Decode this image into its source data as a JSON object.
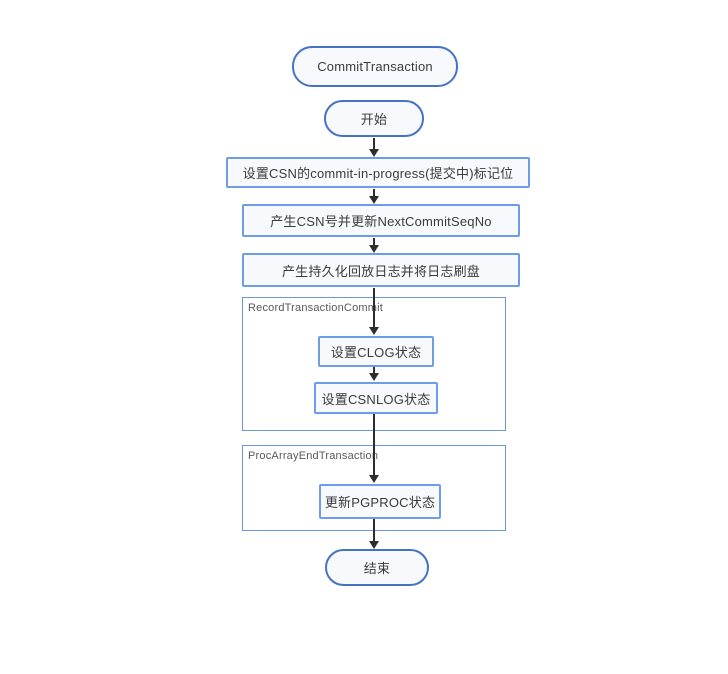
{
  "diagram": {
    "function_label": "CommitTransaction",
    "start_label": "开始",
    "end_label": "结束",
    "steps": [
      "设置CSN的commit-in-progress(提交中)标记位",
      "产生CSN号并更新NextCommitSeqNo",
      "产生持久化回放日志并将日志刷盘"
    ],
    "groups": [
      {
        "label": "RecordTransactionCommit",
        "steps": [
          "设置CLOG状态",
          "设置CSNLOG状态"
        ]
      },
      {
        "label": "ProcArrayEndTransaction",
        "steps": [
          "更新PGPROC状态"
        ]
      }
    ],
    "colors": {
      "stadium_border": "#4672C4",
      "process_border": "#6D9CEB",
      "container_border": "#6D96D8",
      "node_fill": "#F7F9FC",
      "arrow": "#2D2D2D",
      "text": "#3B3B3B",
      "group_label_text": "#595959"
    }
  }
}
